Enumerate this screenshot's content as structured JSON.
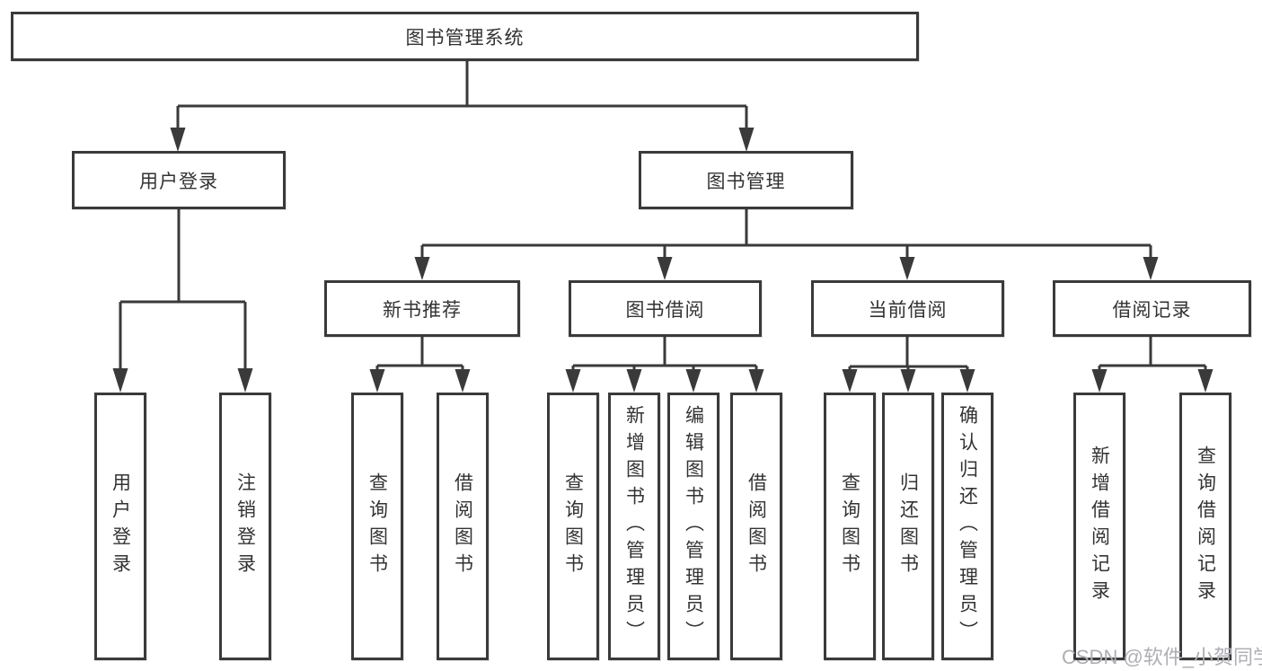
{
  "diagram": {
    "watermark": "CSDN @软件_小贺同学",
    "colors": {
      "line": "#3a3a3a",
      "text": "#333333",
      "watermark": "#aeaeb4",
      "background": "#ffffff"
    },
    "tree": {
      "label": "图书管理系统",
      "children": [
        {
          "label": "用户登录",
          "children": [
            {
              "label": "用户登录"
            },
            {
              "label": "注销登录"
            }
          ]
        },
        {
          "label": "图书管理",
          "children": [
            {
              "label": "新书推荐",
              "children": [
                {
                  "label": "查询图书"
                },
                {
                  "label": "借阅图书"
                }
              ]
            },
            {
              "label": "图书借阅",
              "children": [
                {
                  "label": "查询图书"
                },
                {
                  "label": "新增图书（管理员）"
                },
                {
                  "label": "编辑图书（管理员）"
                },
                {
                  "label": "借阅图书"
                }
              ]
            },
            {
              "label": "当前借阅",
              "children": [
                {
                  "label": "查询图书"
                },
                {
                  "label": "归还图书"
                },
                {
                  "label": "确认归还（管理员）"
                }
              ]
            },
            {
              "label": "借阅记录",
              "children": [
                {
                  "label": "新增借阅记录"
                },
                {
                  "label": "查询借阅记录"
                }
              ]
            }
          ]
        }
      ]
    }
  }
}
